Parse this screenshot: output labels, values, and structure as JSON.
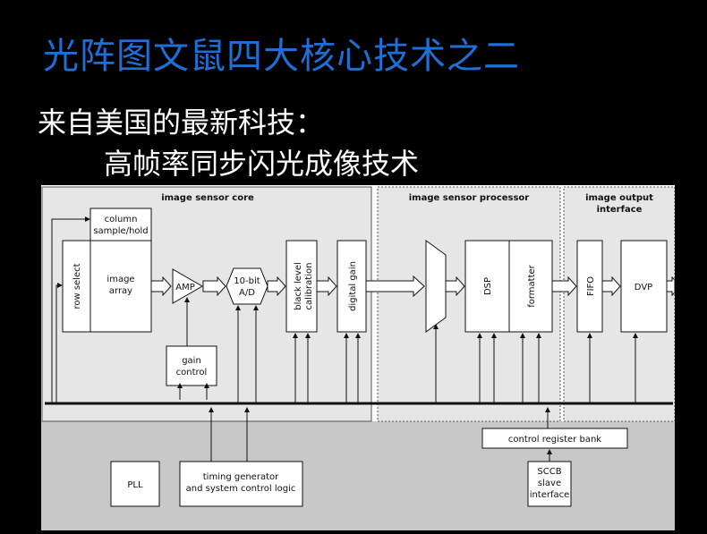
{
  "slide": {
    "title": "光阵图文鼠四大核心技术之二",
    "subtitle_line1": "来自美国的最新科技：",
    "subtitle_line2": "高帧率同步闪光成像技术"
  },
  "colors": {
    "title": "#1e6fd6",
    "background": "#000000",
    "section_fill": "#e6e6e6",
    "bottom_fill": "#c8c8c8"
  },
  "diagram": {
    "sections": {
      "core": "image sensor core",
      "processor": "image sensor processor",
      "output_line1": "image output",
      "output_line2": "interface"
    },
    "blocks": {
      "column_line1": "column",
      "column_line2": "sample/hold",
      "row_select": "row select",
      "image_line1": "image",
      "image_line2": "array",
      "amp": "AMP",
      "adc_line1": "10-bit",
      "adc_line2": "A/D",
      "black_level_line1": "black level",
      "black_level_line2": "calibration",
      "digital_gain": "digital gain",
      "gain_line1": "gain",
      "gain_line2": "control",
      "dsp": "DSP",
      "formatter": "formatter",
      "fifo": "FIFO",
      "dvp": "DVP",
      "control_register": "control register bank",
      "pll": "PLL",
      "timing_line1": "timing generator",
      "timing_line2": "and system control logic",
      "sccb_line1": "SCCB",
      "sccb_line2": "slave",
      "sccb_line3": "interface"
    }
  }
}
